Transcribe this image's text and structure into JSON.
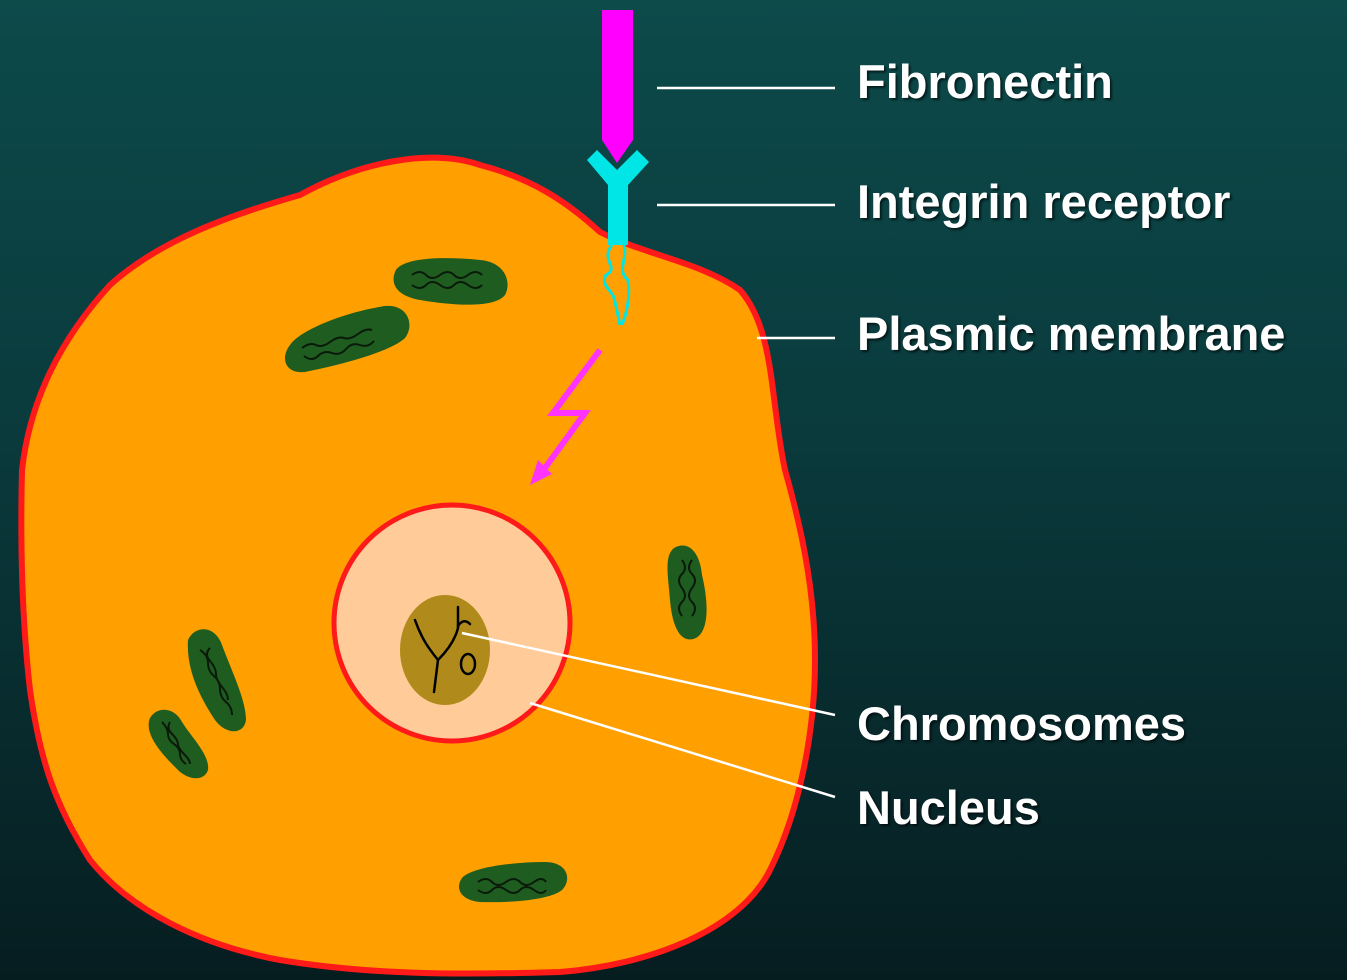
{
  "labels": {
    "fibronectin": "Fibronectin",
    "integrin_receptor": "Integrin receptor",
    "plasmic_membrane": "Plasmic membrane",
    "chromosomes": "Chromosomes",
    "nucleus": "Nucleus"
  },
  "colors": {
    "background": "#0d4a4a",
    "cytoplasm": "#ff9f00",
    "membrane": "#ff1a1a",
    "nucleus": "#ffcc99",
    "nucleolus": "#b08a1a",
    "fibronectin": "#ff00ff",
    "integrin": "#00e5e5",
    "organelle": "#1f5c1f",
    "signal_arrow": "#ff33ff",
    "leader_lines": "#ffffff"
  }
}
